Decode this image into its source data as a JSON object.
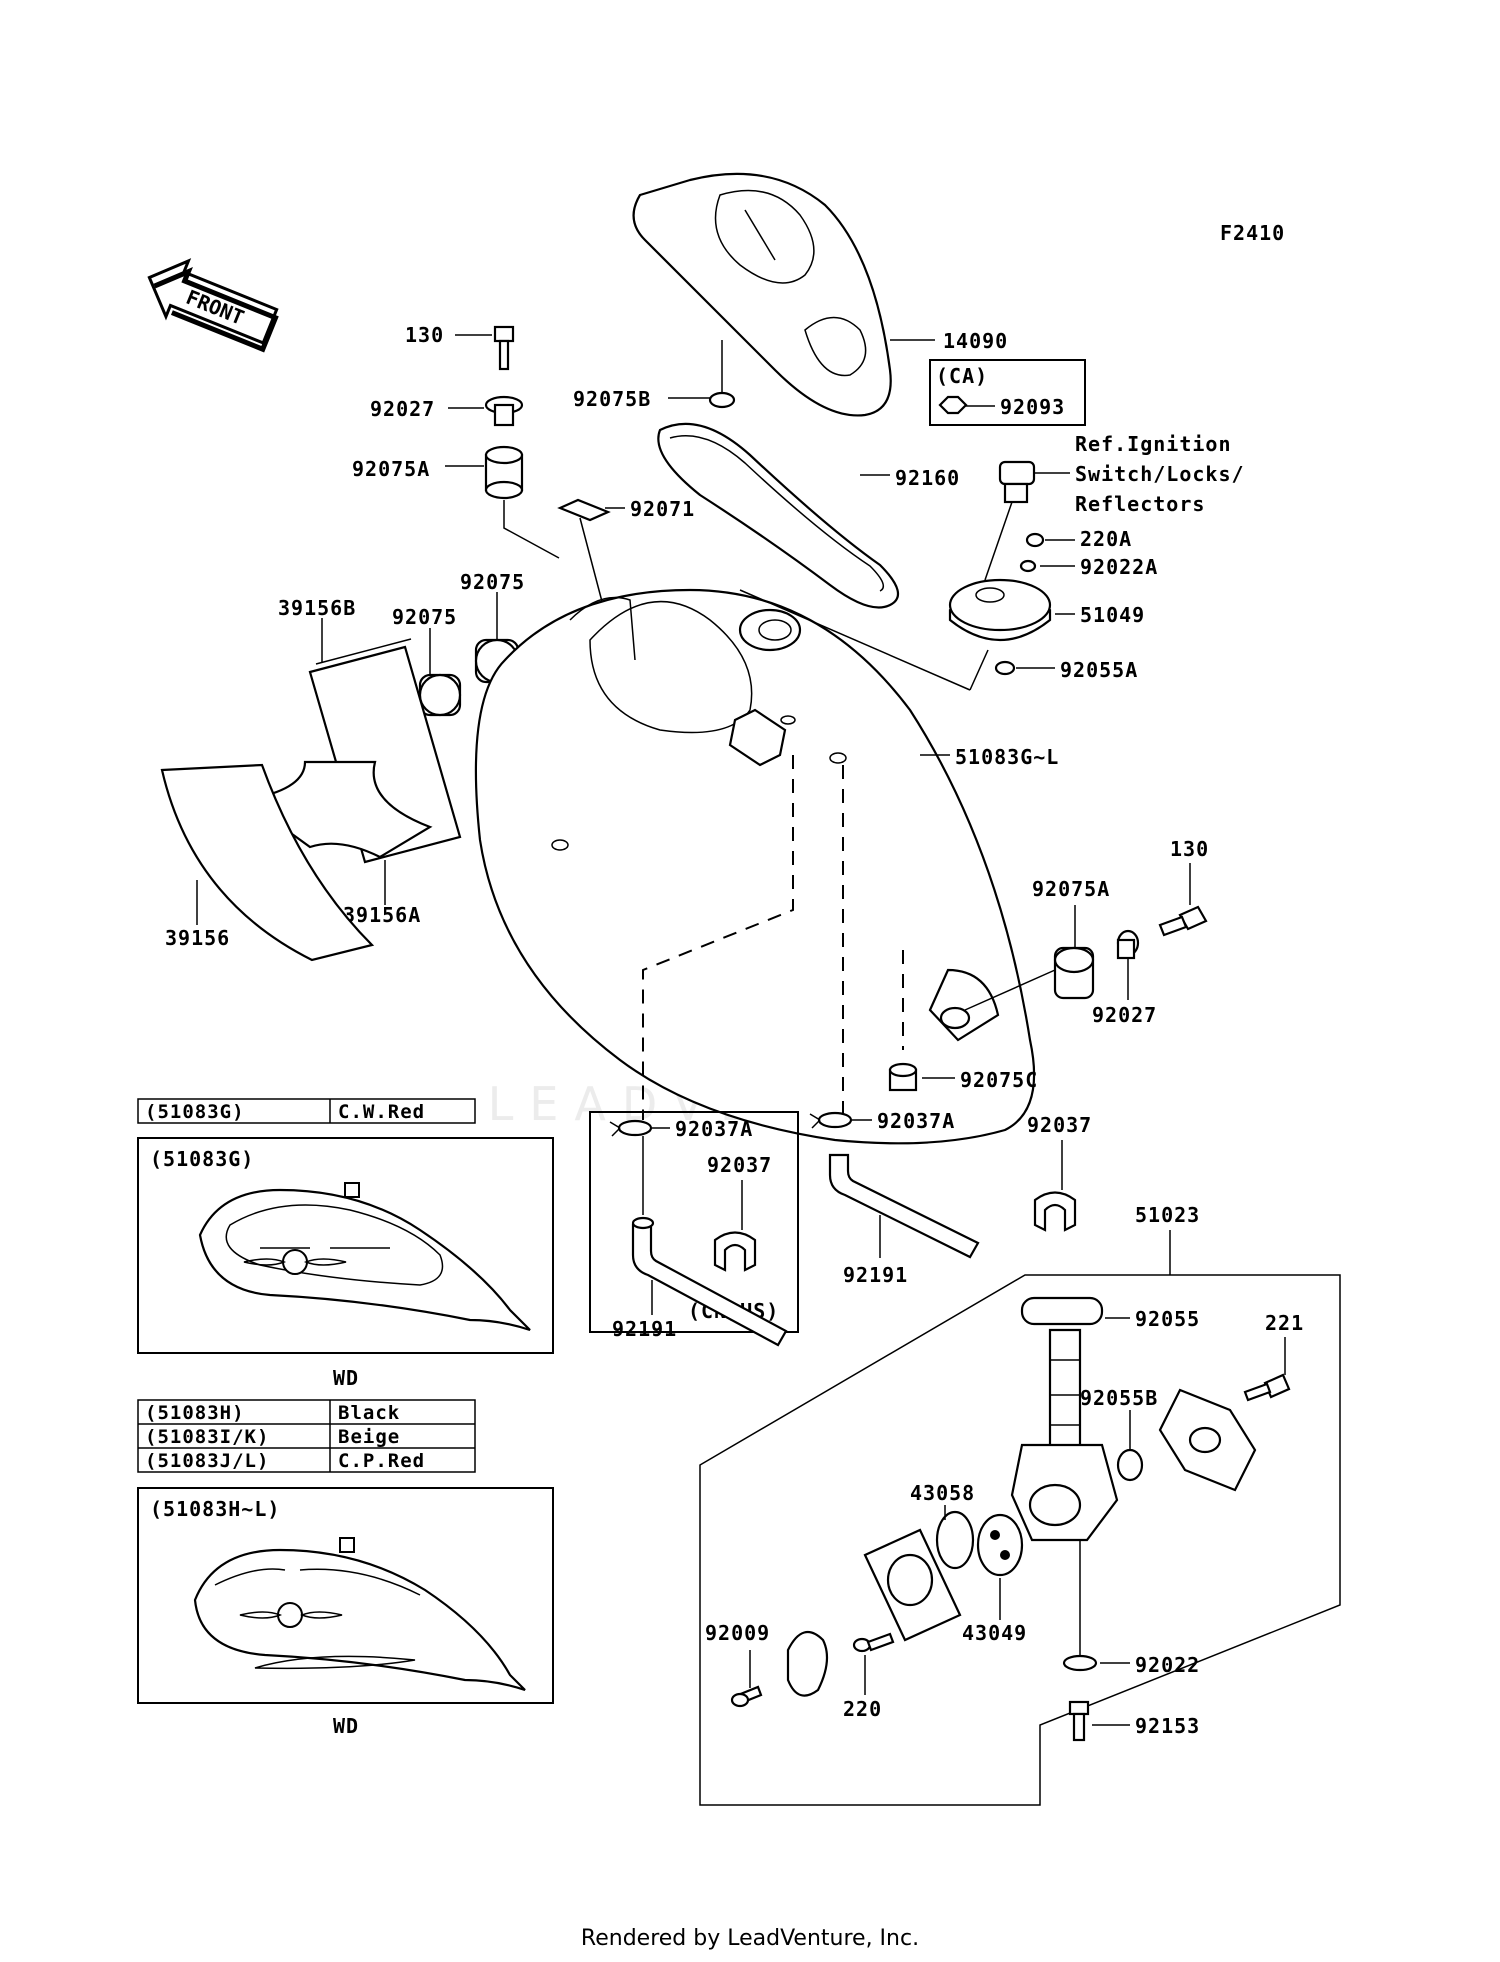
{
  "figure_code": "F2410",
  "front_label": "FRONT",
  "callouts": {
    "130_top": "130",
    "92027_top": "92027",
    "92075A_top": "92075A",
    "92075B": "92075B",
    "14090": "14090",
    "ca_tag": "(CA)",
    "92093": "92093",
    "ref_line1": "Ref.Ignition",
    "ref_line2": "Switch/Locks/",
    "ref_line3": "Reflectors",
    "92160": "92160",
    "92071": "92071",
    "220A": "220A",
    "92022A": "92022A",
    "51049": "51049",
    "92055A": "92055A",
    "39156B": "39156B",
    "92075_a": "92075",
    "92075_b": "92075",
    "51083GL": "51083G~L",
    "39156": "39156",
    "39156A": "39156A",
    "130_right": "130",
    "92075A_right": "92075A",
    "92027_right": "92027",
    "92075C": "92075C",
    "92037A_left": "92037A",
    "92037A_right": "92037A",
    "92037_left": "92037",
    "92037_right": "92037",
    "92191_left": "92191",
    "92191_right": "92191",
    "cn_us": "(CN,US)",
    "51023": "51023",
    "92055": "92055",
    "221": "221",
    "92055B": "92055B",
    "43058": "43058",
    "92009": "92009",
    "43049": "43049",
    "220": "220",
    "92022": "92022",
    "92153": "92153"
  },
  "color_table_1": [
    {
      "model": "(51083G)",
      "color": "C.W.Red"
    }
  ],
  "variant_1": {
    "title": "(51083G)",
    "caption": "WD"
  },
  "color_table_2": [
    {
      "model": "(51083H)",
      "color": "Black"
    },
    {
      "model": "(51083I/K)",
      "color": "Beige"
    },
    {
      "model": "(51083J/L)",
      "color": "C.P.Red"
    }
  ],
  "variant_2": {
    "title": "(51083H~L)",
    "caption": "WD"
  },
  "watermark": "LEADVENTURE",
  "footer": "Rendered by LeadVenture, Inc.",
  "colors": {
    "ink": "#000000",
    "paper": "#ffffff",
    "watermark": "#ececec"
  }
}
